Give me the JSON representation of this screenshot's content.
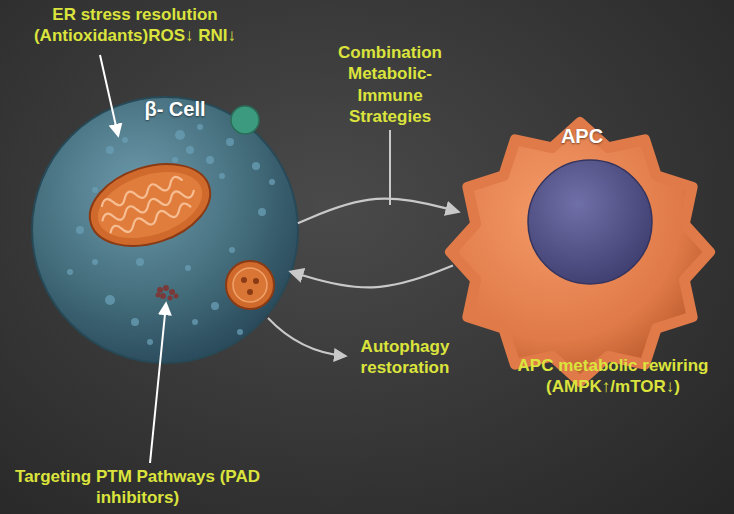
{
  "diagram": {
    "nodes": [
      {
        "text": [
          "β- Cell"
        ]
      },
      {
        "text": [
          "APC"
        ]
      }
    ],
    "edges": [
      {
        "from": 0,
        "to": 1,
        "arrow": "to"
      },
      {
        "from": 1,
        "to": 0,
        "arrow": "to"
      }
    ],
    "labels": [
      "ER stress resolution (Antioxidants)ROS↓ RNI↓",
      "Combination Metabolic- Immune Strategies",
      "Autophagy restoration",
      "APC metabolic rewiring (AMPK↑/mTOR↓)",
      "Targeting PTM Pathways (PAD inhibitors)"
    ]
  }
}
